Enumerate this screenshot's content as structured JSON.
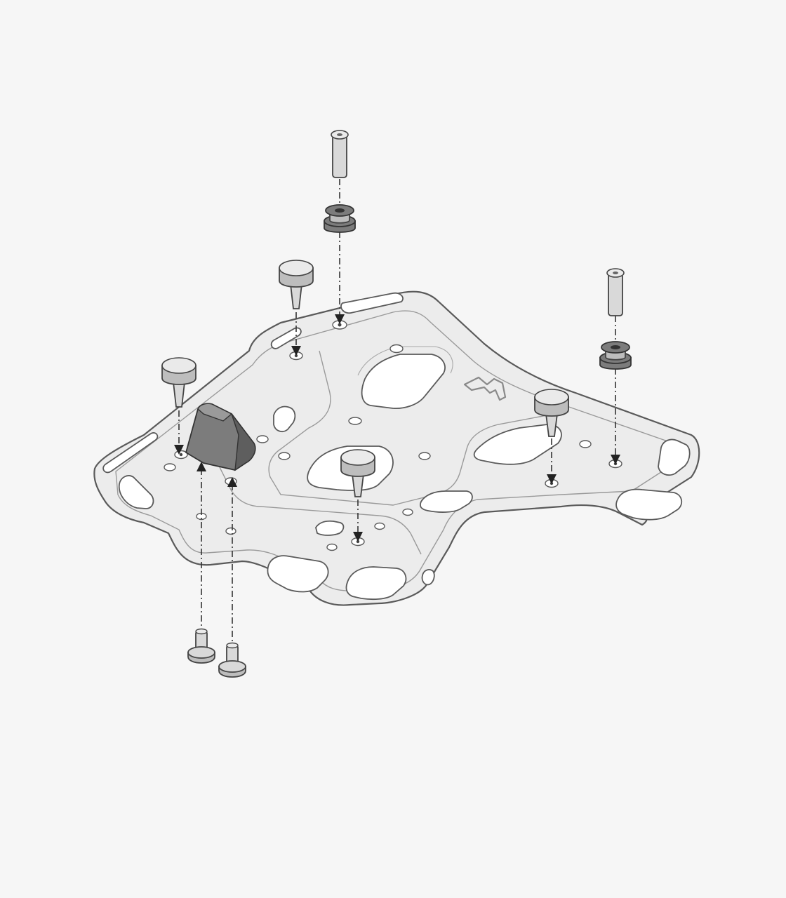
{
  "colors": {
    "background": "#f6f6f6",
    "plate_fill": "#ececec",
    "outline": "#5a5a5a",
    "rubber_part": "#7c7c7c",
    "metal_part": "#d9d9d9"
  },
  "parts": [
    {
      "name": "long-bolt-icon",
      "count": 2
    },
    {
      "name": "spacer-bushing-icon",
      "count": 2
    },
    {
      "name": "locking-knob-icon",
      "count": 4
    },
    {
      "name": "rubber-wedge-icon",
      "count": 1
    },
    {
      "name": "short-screw-icon",
      "count": 2
    }
  ],
  "main_component": "rack-plate-icon"
}
